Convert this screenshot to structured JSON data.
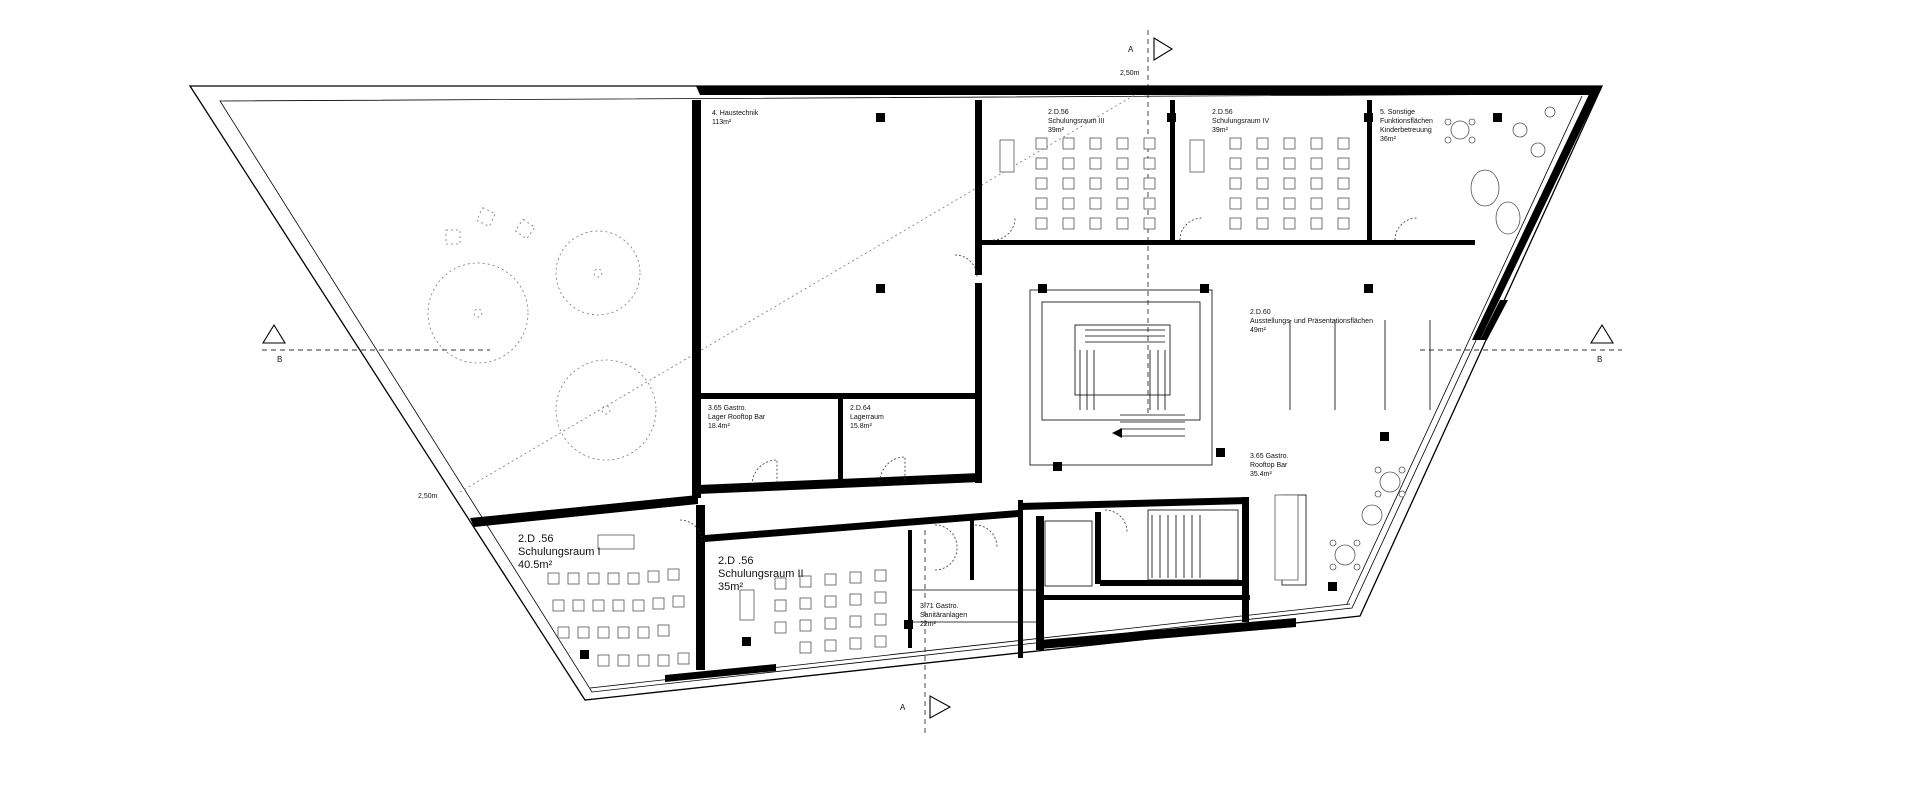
{
  "sections": {
    "a_label": "A",
    "b_label": "B"
  },
  "dimensions": {
    "top": "2,50m",
    "left": "2,50m"
  },
  "rooms": {
    "haustechnik": {
      "name": "4. Haustechnik",
      "area": "113m²"
    },
    "schulung3": {
      "code": "2.D.56",
      "name": "Schulungsraum III",
      "area": "39m²"
    },
    "schulung4": {
      "code": "2.D.56",
      "name": "Schulungsraum IV",
      "area": "39m²"
    },
    "sonstige": {
      "name": "5. Sonstige",
      "line2": "Funktionsflächen",
      "line3": "Kinderbetreuung",
      "area": "36m²"
    },
    "ausstellung": {
      "code": "2.D.60",
      "name": "Ausstellungs- und Präsentationsflächen",
      "area": "49m²"
    },
    "gastro_lager": {
      "code": "3.65 Gastro.",
      "name": "Lager Rooftop Bar",
      "area": "18.4m²"
    },
    "lagerraum": {
      "code": "2.D.64",
      "name": "Lagerraum",
      "area": "15.8m²"
    },
    "rooftop_bar": {
      "code": "3.65 Gastro.",
      "name": "Rooftop Bar",
      "area": "35.4m²"
    },
    "schulung1": {
      "code": "2.D .56",
      "name": "Schulungsraum I",
      "area": "40.5m²"
    },
    "schulung2": {
      "code": "2.D .56",
      "name": "Schulungsraum II",
      "area": "35m²"
    },
    "sanitaer": {
      "code": "3.71 Gastro.",
      "name": "Sanitäranlagen",
      "area": "22m²"
    }
  },
  "colors": {
    "wall": "#000000",
    "line": "#000000",
    "dashed": "#333333",
    "background": "#ffffff"
  }
}
